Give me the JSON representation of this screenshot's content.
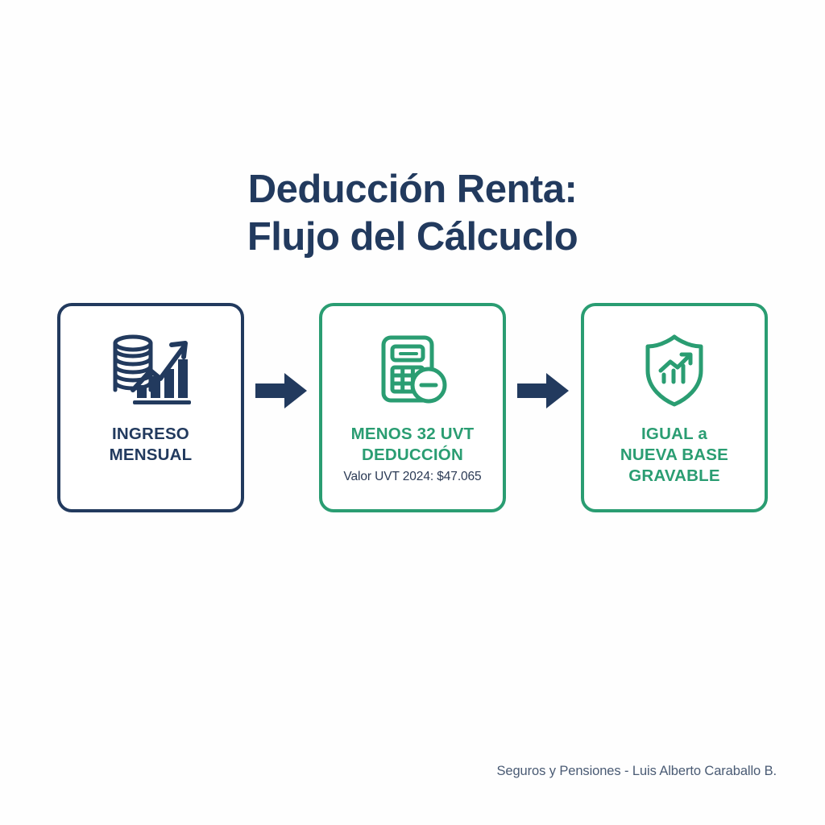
{
  "title": {
    "line1": "Deducción Renta:",
    "line2": "Flujo del Cálcuclo"
  },
  "colors": {
    "navy": "#223a5e",
    "green": "#2a9d72",
    "background": "#fefefe",
    "footer_text": "#4a5b74",
    "subtext": "#2b3a55"
  },
  "flow": {
    "steps": [
      {
        "id": "ingreso-mensual",
        "icon": "coins-bar-chart-growth-icon",
        "accent": "navy",
        "heading_line1": "INGRESO",
        "heading_line2": "MENSUAL",
        "heading_line3": "",
        "subtext": ""
      },
      {
        "id": "menos-32-uvt-deduccion",
        "icon": "calculator-minus-icon",
        "accent": "green",
        "heading_line1": "MENOS 32 UVT",
        "heading_line2": "DEDUCCIÓN",
        "heading_line3": "",
        "subtext": "Valor UVT 2024: $47.065"
      },
      {
        "id": "nueva-base-gravable",
        "icon": "shield-growth-chart-icon",
        "accent": "green",
        "heading_line1": "IGUAL a",
        "heading_line2": "NUEVA BASE",
        "heading_line3": "GRAVABLE",
        "subtext": ""
      }
    ],
    "connectors": [
      {
        "id": "arrow-1",
        "icon": "arrow-right-icon"
      },
      {
        "id": "arrow-2",
        "icon": "arrow-right-icon"
      }
    ]
  },
  "footer": {
    "credit": "Seguros y Pensiones - Luis Alberto Caraballo B."
  }
}
